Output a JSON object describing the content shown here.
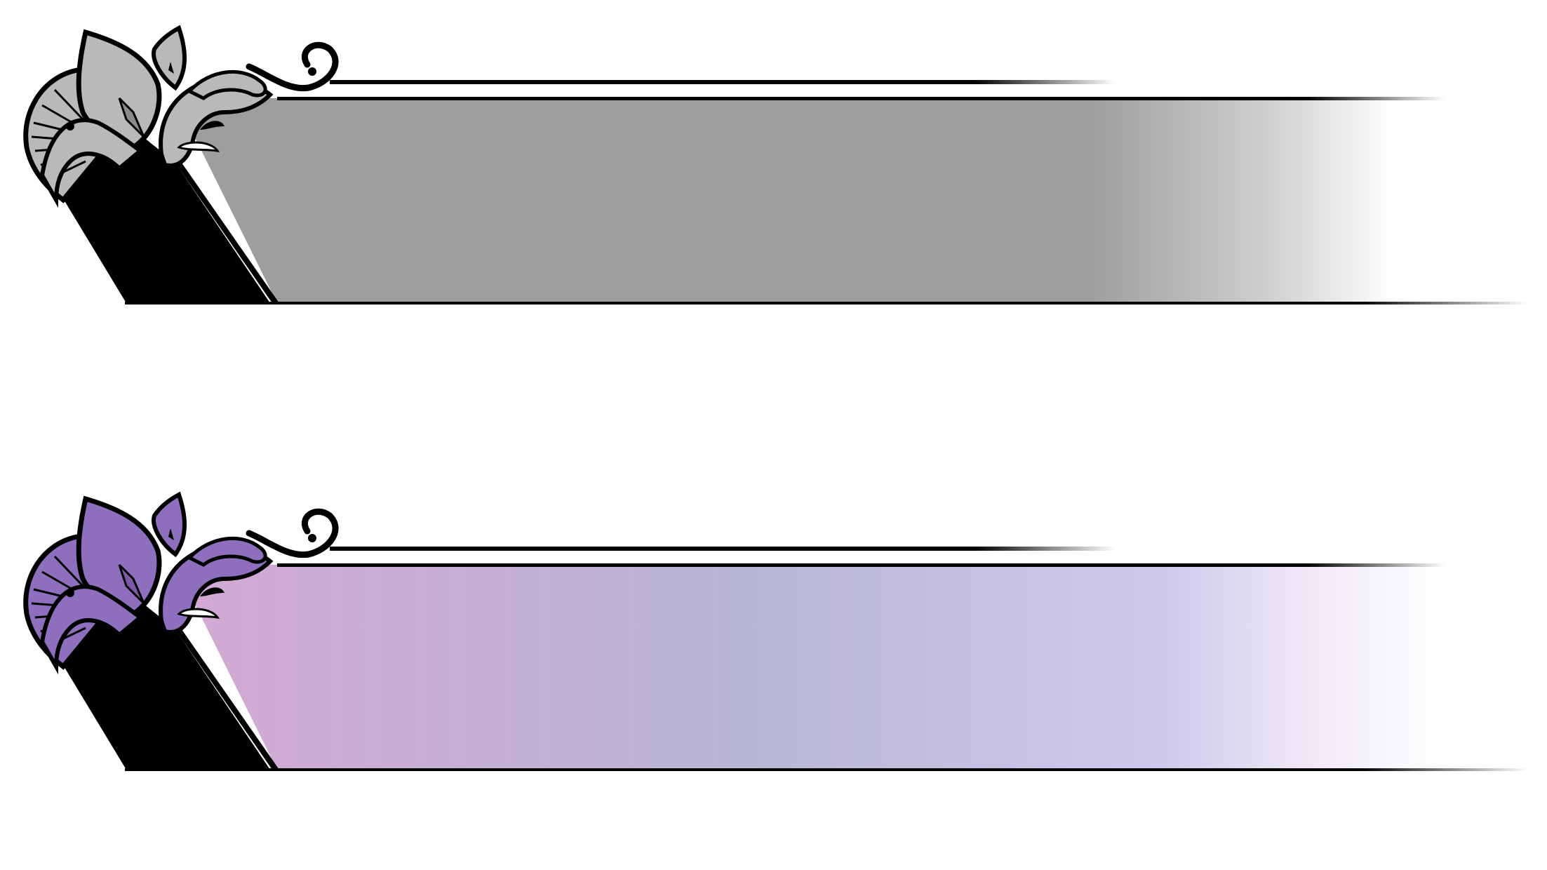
{
  "banners": [
    {
      "id": "gray",
      "variant": "grayscale",
      "colors": {
        "panel_start": "#9e9e9e",
        "panel_mid": "#9e9e9e",
        "panel_end": "#9e9e9e",
        "petal": "#b9b9b9",
        "petal_dark": "#8a8a8a",
        "ink": "#000000"
      }
    },
    {
      "id": "purple",
      "variant": "lavender-gradient",
      "colors": {
        "panel_start": "#d3a9d3",
        "panel_mid": "#b8b6d5",
        "panel_end": "#cfcaec",
        "petal": "#8e6fbd",
        "petal_dark": "#7a5aa8",
        "ink": "#000000"
      }
    }
  ]
}
